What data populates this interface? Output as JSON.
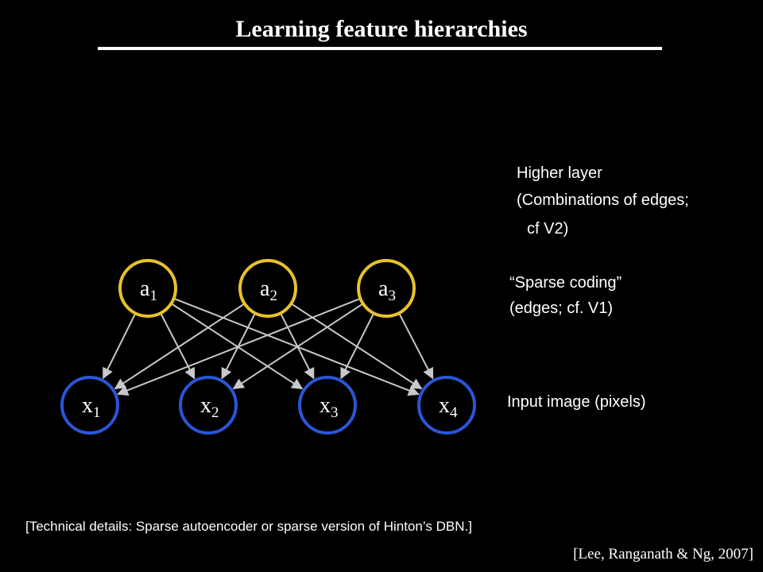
{
  "slide": {
    "title": "Learning feature hierarchies",
    "footnote": "[Technical details: Sparse autoencoder or sparse version of Hinton’s DBN.]",
    "citation": "[Lee, Ranganath & Ng, 2007]"
  },
  "layers": {
    "higher": {
      "line1": "Higher layer",
      "line2": "(Combinations of edges;",
      "line3": "cf  V2)"
    },
    "sparse": {
      "line1": "“Sparse coding”",
      "line2": "(edges; cf. V1)"
    },
    "input": {
      "line1": "Input image (pixels)"
    }
  },
  "network": {
    "hidden_nodes": [
      {
        "base": "a",
        "sub": "1"
      },
      {
        "base": "a",
        "sub": "2"
      },
      {
        "base": "a",
        "sub": "3"
      }
    ],
    "input_nodes": [
      {
        "base": "x",
        "sub": "1"
      },
      {
        "base": "x",
        "sub": "2"
      },
      {
        "base": "x",
        "sub": "3"
      },
      {
        "base": "x",
        "sub": "4"
      }
    ],
    "connections": "all hidden nodes to all input nodes",
    "colors": {
      "hidden_ring": "#e8c229",
      "input_ring": "#2a56d6",
      "edge": "#c8c8c8",
      "background": "#000000"
    }
  }
}
